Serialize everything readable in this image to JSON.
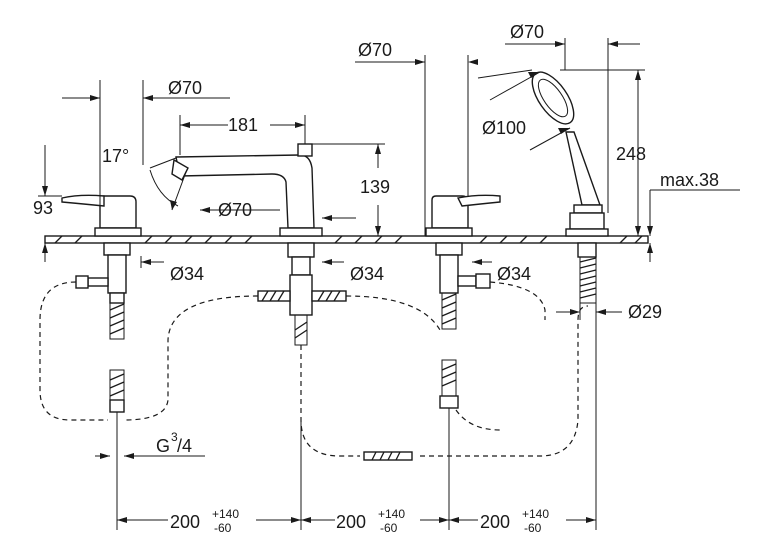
{
  "dimensions": {
    "d70_spout_top": "Ø70",
    "len_181": "181",
    "angle_17": "17°",
    "h93": "93",
    "d70_spout_base": "Ø70",
    "h139": "139",
    "d70_valve": "Ø70",
    "d70_shower_top": "Ø70",
    "d100": "Ø100",
    "h248": "248",
    "max38": "max.38",
    "d34_left": "Ø34",
    "d34_mid": "Ø34",
    "d34_right": "Ø34",
    "d29": "Ø29",
    "thread_main": "G",
    "thread_num": "3",
    "thread_den": "/4",
    "spacing": [
      {
        "base": "200",
        "upper": "+140",
        "lower": "-60"
      },
      {
        "base": "200",
        "upper": "+140",
        "lower": "-60"
      },
      {
        "base": "200",
        "upper": "+140",
        "lower": "-60"
      }
    ]
  }
}
